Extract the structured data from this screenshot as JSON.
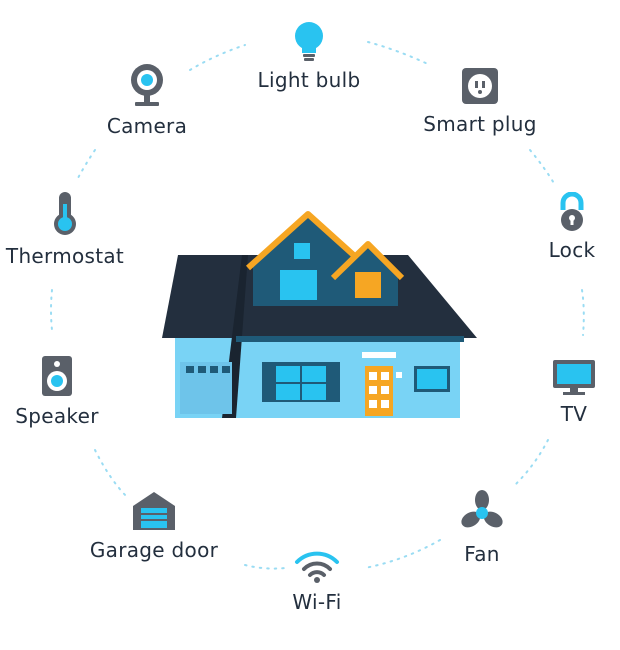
{
  "colors": {
    "icon_gray": "#5a6069",
    "accent_blue": "#29c3f0",
    "roof_dark": "#232f3e",
    "house_wall": "#79d3f5",
    "gable_blue": "#1f5a78",
    "trim_orange": "#f6a623",
    "window_dark": "#1f5a78",
    "ring_dots": "#9adcf3"
  },
  "devices": [
    {
      "id": "light-bulb",
      "label": "Light bulb",
      "icon": "light-bulb-icon"
    },
    {
      "id": "smart-plug",
      "label": "Smart plug",
      "icon": "smart-plug-icon"
    },
    {
      "id": "lock",
      "label": "Lock",
      "icon": "lock-icon"
    },
    {
      "id": "tv",
      "label": "TV",
      "icon": "tv-icon"
    },
    {
      "id": "fan",
      "label": "Fan",
      "icon": "fan-icon"
    },
    {
      "id": "wifi",
      "label": "Wi-Fi",
      "icon": "wifi-icon"
    },
    {
      "id": "garage-door",
      "label": "Garage door",
      "icon": "garage-door-icon"
    },
    {
      "id": "speaker",
      "label": "Speaker",
      "icon": "speaker-icon"
    },
    {
      "id": "thermostat",
      "label": "Thermostat",
      "icon": "thermostat-icon"
    },
    {
      "id": "camera",
      "label": "Camera",
      "icon": "camera-icon"
    }
  ]
}
